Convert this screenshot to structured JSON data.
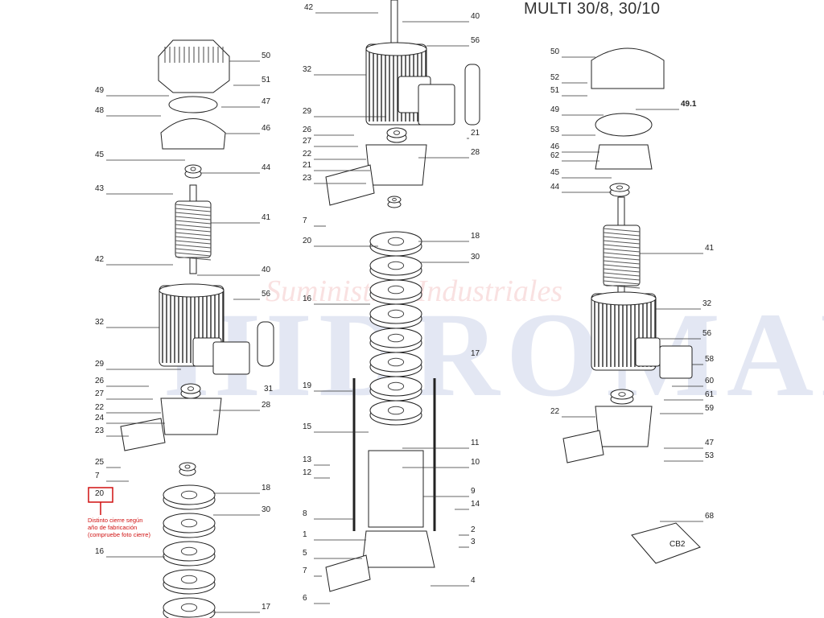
{
  "title": "MULTI 30/8, 30/10",
  "watermark": {
    "brand": "HIDROMAR",
    "tagline": "Suministros Industriales"
  },
  "note": {
    "callout": "20",
    "lines": [
      "Distinto cierre según",
      "año de fabricación",
      "(compruebe foto cierre)"
    ],
    "color": "#d01010"
  },
  "left_labels": [
    "49",
    "48",
    "45",
    "43",
    "42",
    "32",
    "29",
    "26",
    "27",
    "22",
    "24",
    "23",
    "25",
    "7",
    "16",
    "50",
    "51",
    "47",
    "46",
    "44",
    "41",
    "40",
    "56",
    "31",
    "28",
    "18",
    "30",
    "17"
  ],
  "mid_labels": [
    "42",
    "32",
    "29",
    "26",
    "27",
    "22",
    "21",
    "23",
    "7",
    "20",
    "16",
    "19",
    "15",
    "13",
    "12",
    "8",
    "1",
    "5",
    "7",
    "6",
    "40",
    "56",
    "21",
    "28",
    "18",
    "30",
    "17",
    "11",
    "10",
    "9",
    "14",
    "2",
    "3",
    "4"
  ],
  "right_labels": [
    "50",
    "52",
    "51",
    "49",
    "53",
    "46",
    "62",
    "45",
    "44",
    "22",
    "49.1",
    "41",
    "32",
    "56",
    "58",
    "60",
    "61",
    "59",
    "47",
    "53",
    "68",
    "CB2"
  ]
}
